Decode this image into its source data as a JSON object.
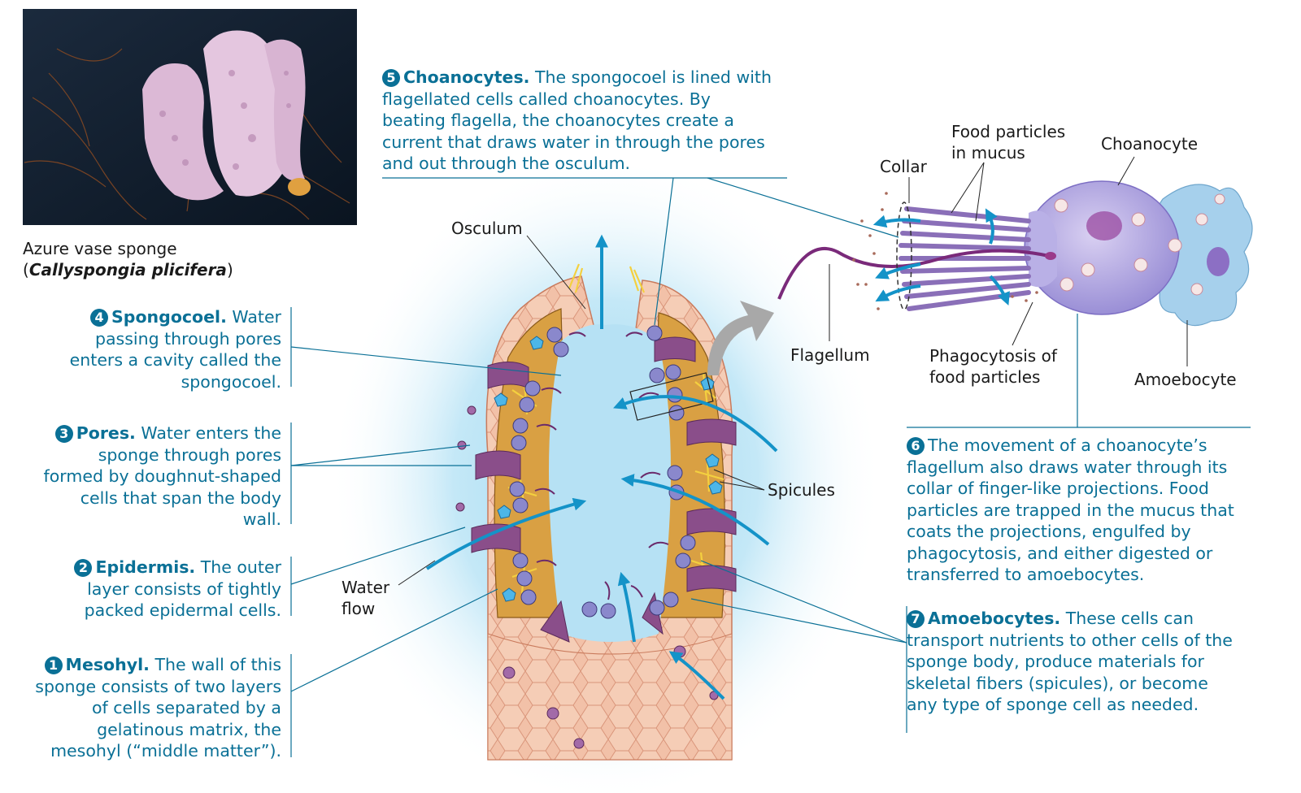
{
  "photo": {
    "caption_prefix": "Azure vase sponge (",
    "caption_italic": "Callyspongia plicifera",
    "caption_suffix": ")"
  },
  "callouts": [
    {
      "number": "5",
      "heading": "Choanocytes.",
      "body": " The spongocoel is lined with flagellated cells called choanocytes. By beating flagella, the choanocytes create a current that draws water in through the pores and out through the osculum."
    },
    {
      "number": "4",
      "heading": "Spongocoel.",
      "body": " Water passing through pores enters a cavity called the spongocoel."
    },
    {
      "number": "3",
      "heading": "Pores.",
      "body": " Water enters the sponge through pores formed by doughnut-shaped cells that span the body wall."
    },
    {
      "number": "2",
      "heading": "Epidermis.",
      "body": " The outer layer consists of tightly packed epidermal cells."
    },
    {
      "number": "1",
      "heading": "Mesohyl.",
      "body": " The wall of this sponge consists of two layers of cells separated by a gelatinous matrix, the mesohyl (“middle matter”)."
    },
    {
      "number": "6",
      "heading": "",
      "body": "The movement of a choanocyte’s flagellum also draws water through its collar of finger-like projections. Food particles are trapped in the mucus that coats the projections, engulfed by phagocytosis, and either digested or transferred to amoebocytes."
    },
    {
      "number": "7",
      "heading": "Amoebocytes.",
      "body": " These cells can transport nutrients to other cells of the sponge body, produce materials for skeletal fibers (spicules), or become any type of sponge cell as needed."
    }
  ],
  "labels": {
    "osculum": "Osculum",
    "water_flow": "Water flow",
    "spicules": "Spicules",
    "collar": "Collar",
    "food_particles": "Food particles in mucus",
    "choanocyte": "Choanocyte",
    "flagellum": "Flagellum",
    "phagocytosis": "Phagocytosis of food particles",
    "amoebocyte": "Amoebocyte"
  },
  "colors": {
    "callout_blue": "#0a7096",
    "water_arrow": "#1493c8",
    "body_wall": "#e8a98c",
    "mesohyl": "#d9a043",
    "choanocyte": "#8a88cc",
    "amoebocyte": "#a6d0ec"
  }
}
